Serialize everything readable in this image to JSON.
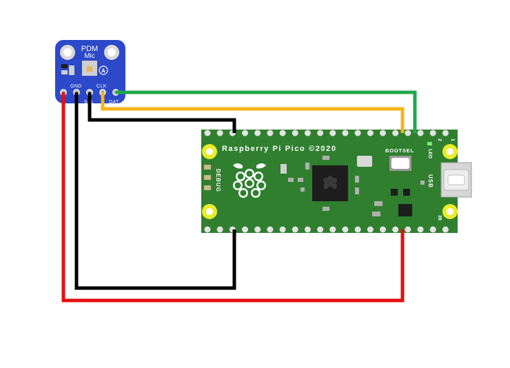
{
  "mic_board": {
    "title_line1": "PDM",
    "title_line2": "Mic",
    "logo_letter": "A",
    "pin_labels": {
      "gnd": "GND",
      "sel": "SEL",
      "clk": "CLK",
      "dat": "DAT"
    },
    "color": "#2b49c8"
  },
  "pico_board": {
    "title": "Raspberry Pi Pico ©2020",
    "bootsel_label": "BOOTSEL",
    "led_label": "LED",
    "usb_label": "USB",
    "debug_label": "DEBUG",
    "pin_number_top": "1",
    "pin_number_top_2": "2",
    "pin_number_bottom": "39",
    "color": "#2f7f2f"
  },
  "wires": {
    "dat_color": "#1da849",
    "clk_color": "#f7b417",
    "gnd_color": "#000000",
    "vcc_color": "#e60f0f"
  }
}
